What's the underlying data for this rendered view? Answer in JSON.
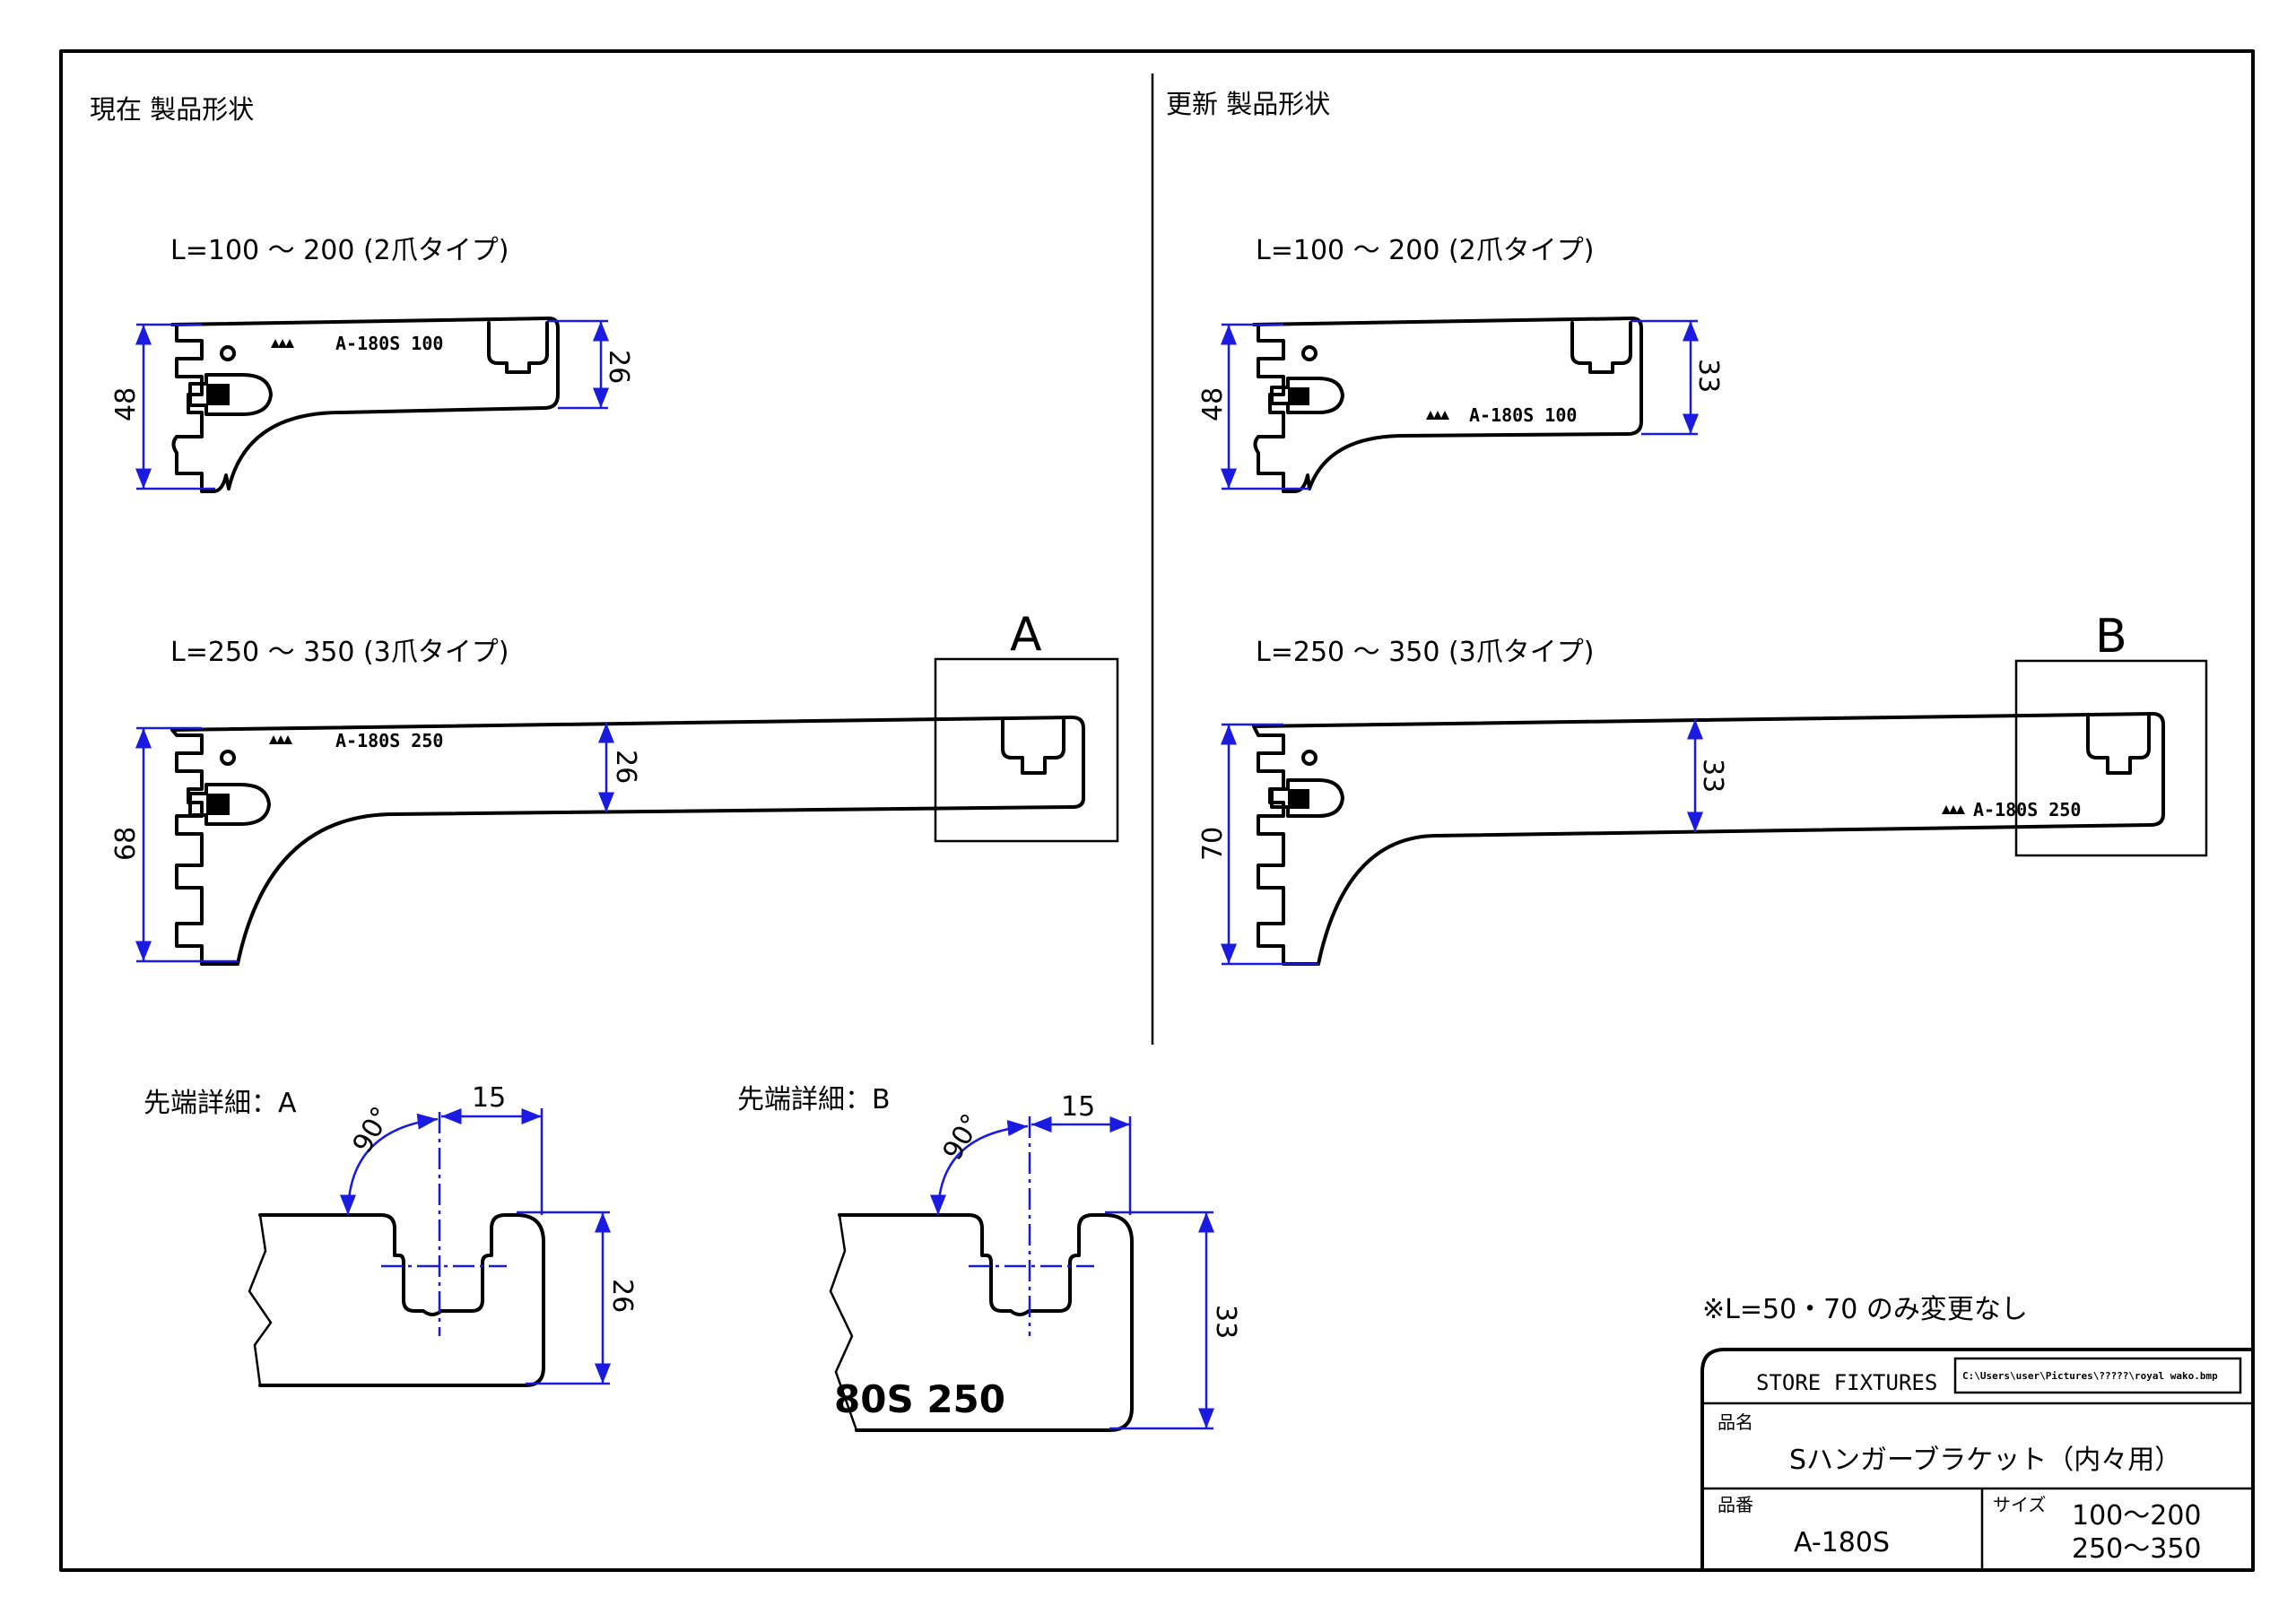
{
  "sections": {
    "current_title": "現在 製品形状",
    "updated_title": "更新 製品形状"
  },
  "current": {
    "short_label": "L=100 ～ 200 (2爪タイプ)",
    "long_label": "L=250 ～ 350 (3爪タイプ)",
    "short_height": "48",
    "short_depth": "26",
    "short_engraving": "A-180S  100",
    "long_height": "68",
    "long_depth": "26",
    "long_engraving": "A-180S  250",
    "detail_marker": "A"
  },
  "updated": {
    "short_label": "L=100 ～ 200 (2爪タイプ)",
    "long_label": "L=250 ～ 350 (3爪タイプ)",
    "short_height": "48",
    "short_depth": "33",
    "short_engraving": "A-180S 100",
    "long_height": "70",
    "long_depth": "33",
    "long_engraving": "A-180S 250",
    "detail_marker": "B"
  },
  "detail_a": {
    "title": "先端詳細：A",
    "angle": "90°",
    "width": "15",
    "depth": "26"
  },
  "detail_b": {
    "title": "先端詳細：B",
    "angle": "90°",
    "width": "15",
    "depth": "33",
    "engraving": "80S 250"
  },
  "note": "※L=50・70 のみ変更なし",
  "title_block": {
    "company": "STORE FIXTURES",
    "file_path": "C:\\Users\\user\\Pictures\\?????\\royal  wako.bmp",
    "name_label": "品名",
    "name_value": "Sハンガーブラケット（内々用）",
    "part_label": "品番",
    "part_value": "A-180S",
    "size_label": "サイズ",
    "size_line1": "100～200",
    "size_line2": "250～350"
  },
  "colors": {
    "outline": "#000000",
    "dimension": "#1a1ae0",
    "paper": "#ffffff"
  }
}
